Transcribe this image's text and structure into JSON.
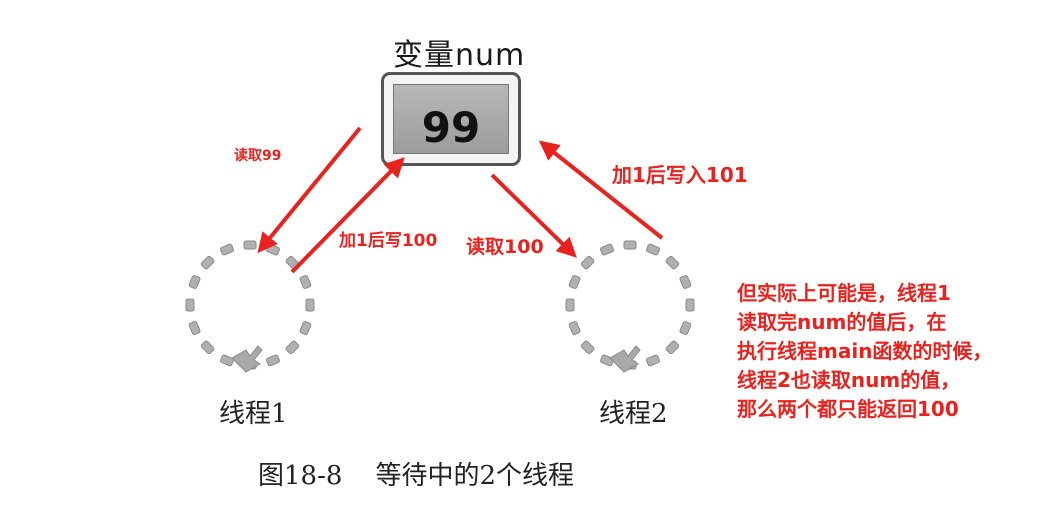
{
  "variable": {
    "label": "变量num",
    "value": "99"
  },
  "threads": [
    {
      "label": "线程1"
    },
    {
      "label": "线程2"
    }
  ],
  "annotations": {
    "read_99": "读取99",
    "add1_write_100": "加1后写100",
    "read_100": "读取100",
    "add1_write_101": "加1后写入101"
  },
  "note_lines": [
    "但实际上可能是，线程1",
    "读取完num的值后，在",
    "执行线程main函数的时候，",
    "线程2也读取num的值，",
    "那么两个都只能返回100"
  ],
  "caption": "图18-8    等待中的2个线程",
  "colors": {
    "arrow": "#e8231f",
    "box_fill": "#a8a8a8",
    "dot": "#b0b0b0"
  }
}
